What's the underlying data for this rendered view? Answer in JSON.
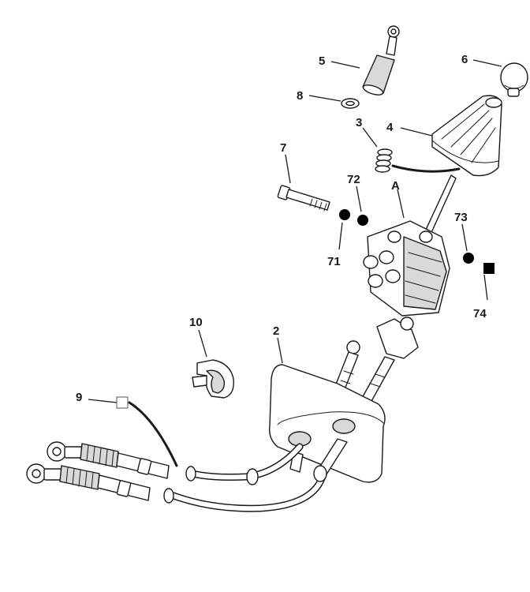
{
  "labels": {
    "l2": "2",
    "l3": "3",
    "l4": "4",
    "l5": "5",
    "l6": "6",
    "l7": "7",
    "l8": "8",
    "l9": "9",
    "l10": "10",
    "lA": "A",
    "l71": "71",
    "l72": "72",
    "l73": "73",
    "l74": "74"
  },
  "colors": {
    "ink": "#1a1a1a",
    "shade": "#d9d9d9",
    "background": "#ffffff"
  }
}
